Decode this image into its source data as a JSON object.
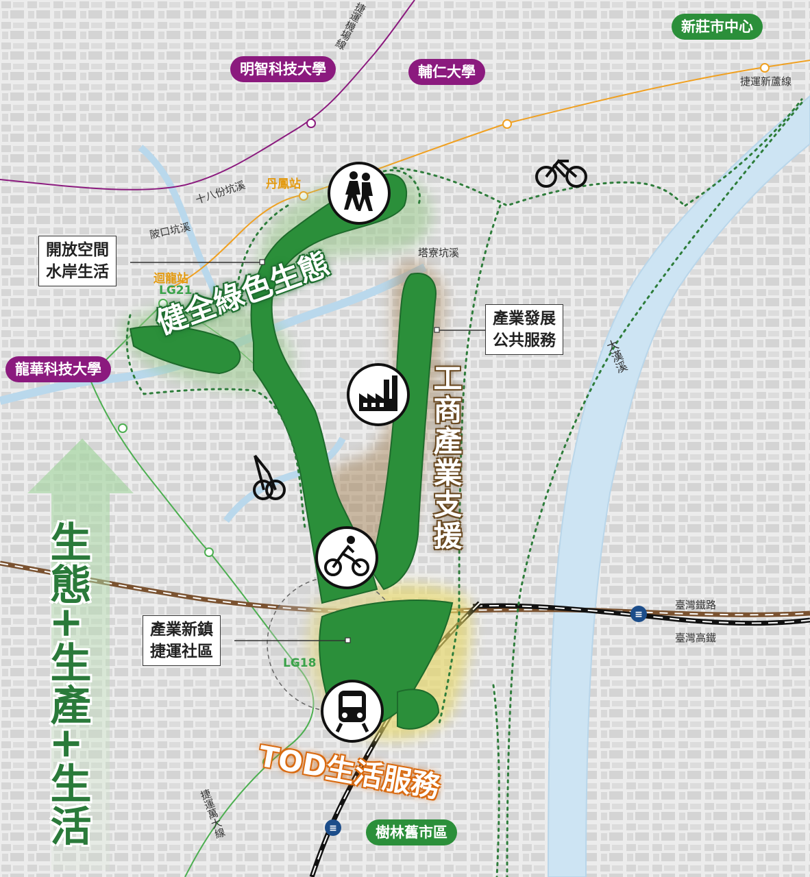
{
  "places": {
    "minghsin": "明智科技大學",
    "furen": "輔仁大學",
    "xinzhuang": "新莊市中心",
    "lunghwa": "龍華科技大學",
    "shulin": "樹林舊市區"
  },
  "lines": {
    "airport_mrt": "捷運機場線",
    "xinlu_mrt": "捷運新蘆線",
    "wanda_mrt": "捷運萬大線",
    "tra": "臺灣鐵路",
    "hsr": "臺灣高鐵"
  },
  "stations": {
    "danfeng": "丹鳳站",
    "huilong": "迴龍站",
    "lg21": "LG21",
    "lg18": "LG18"
  },
  "waterways": {
    "shibafen": "十八份坑溪",
    "pikou": "陂口坑溪",
    "taliao": "塔寮坑溪",
    "dahan": "大漢溪"
  },
  "callouts": {
    "open_space": [
      "開放空間",
      "水岸生活"
    ],
    "industry": [
      "產業發展",
      "公共服務"
    ],
    "new_town": [
      "產業新鎮",
      "捷運社區"
    ]
  },
  "themes": {
    "green": "健全綠色生態",
    "commerce": "工商產業支援",
    "tod": "TOD生活服務"
  },
  "slogan": "生態+生產+生活",
  "icons": [
    "pedestrian-icon",
    "factory-icon",
    "bicycle-icon",
    "train-icon"
  ],
  "colors": {
    "green_zone": "#2b8f3a",
    "purple": "#8b1a7e",
    "orange": "#e39a10",
    "river": "#cde4f3",
    "trail": "#2e7d3b"
  }
}
